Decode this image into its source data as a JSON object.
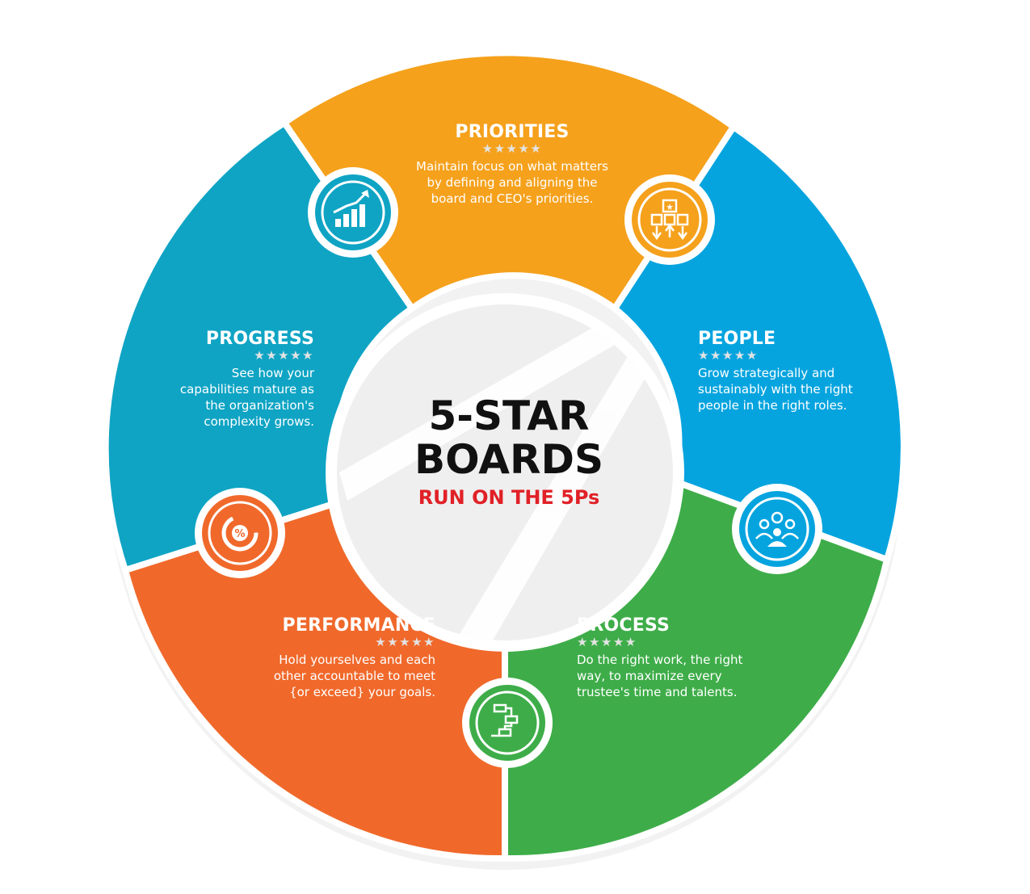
{
  "center": {
    "line1": "5-STAR",
    "line2": "BOARDS",
    "subtitle": "RUN ON THE 5Ps",
    "subtitle_color": "#e02127"
  },
  "sections": [
    {
      "key": "priorities",
      "title": "PRIORITIES",
      "stars": "★★★★★",
      "lines": [
        "Maintain focus on what matters",
        "by defining and aligning the",
        "board and CEO's priorities."
      ],
      "color": "#f5a11c",
      "icon": "hierarchy-arrows-icon"
    },
    {
      "key": "people",
      "title": "PEOPLE",
      "stars": "★★★★★",
      "lines": [
        "Grow strategically and",
        "sustainably with the right",
        "people in the right roles."
      ],
      "color": "#06a4df",
      "icon": "group-people-icon"
    },
    {
      "key": "process",
      "title": "PROCESS",
      "stars": "★★★★★",
      "lines": [
        "Do the right work, the right",
        "way, to maximize every",
        "trustee's time and talents."
      ],
      "color": "#3ead49",
      "icon": "flowchart-steps-icon"
    },
    {
      "key": "performance",
      "title": "PERFORMANCE",
      "stars": "★★★★★",
      "lines": [
        "Hold yourselves and each",
        "other accountable to meet",
        "{or exceed} your goals."
      ],
      "color": "#f0692b",
      "icon": "percent-gauge-icon"
    },
    {
      "key": "progress",
      "title": "PROGRESS",
      "stars": "★★★★★",
      "lines": [
        "See how your",
        "capabilities mature as",
        "the organization's",
        "complexity grows."
      ],
      "color": "#0fa4c4",
      "icon": "rising-bar-chart-icon"
    }
  ]
}
